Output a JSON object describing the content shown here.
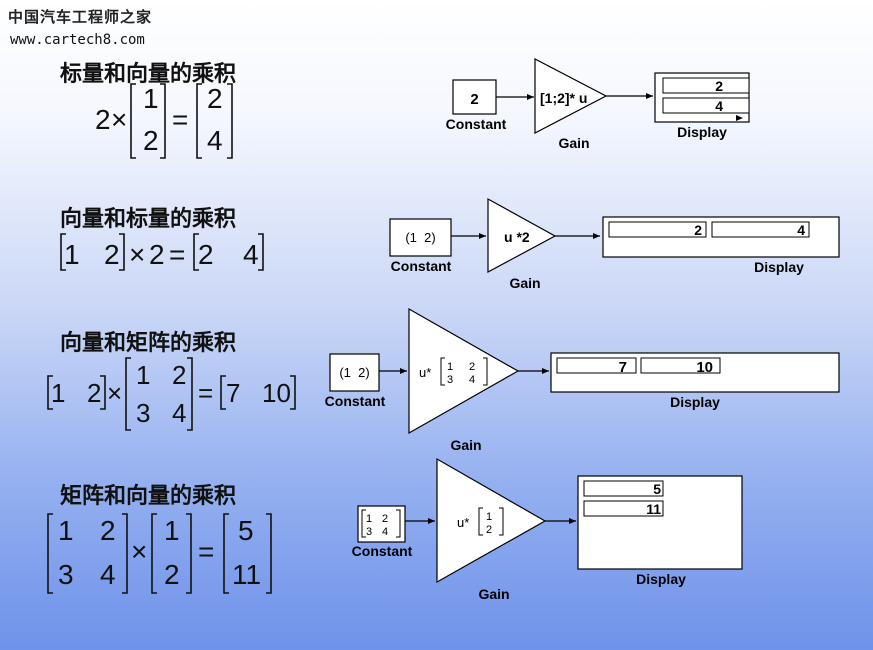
{
  "watermark": {
    "site_name": "中国汽车工程师之家",
    "url": "www.cartech8.com"
  },
  "sections": [
    {
      "title": "标量和向量的乘积",
      "equation": {
        "scalar": "2",
        "times": "×",
        "vector": [
          "1",
          "2"
        ],
        "equals": "=",
        "result": [
          "2",
          "4"
        ]
      },
      "model": {
        "constant": {
          "value": "2",
          "label": "Constant"
        },
        "gain": {
          "expr": "[1;2]* u",
          "label": "Gain"
        },
        "display": {
          "values": [
            "2",
            "4"
          ],
          "label": "Display"
        }
      }
    },
    {
      "title": "向量和标量的乘积",
      "equation": {
        "vector": [
          "1",
          "2"
        ],
        "times": "×",
        "scalar": "2",
        "equals": "=",
        "result": [
          "2",
          "4"
        ]
      },
      "model": {
        "constant": {
          "value": "(1  2)",
          "label": "Constant"
        },
        "gain": {
          "expr": "u *2",
          "label": "Gain"
        },
        "display": {
          "values": [
            "2",
            "4"
          ],
          "label": "Display"
        }
      }
    },
    {
      "title": "向量和矩阵的乘积",
      "equation": {
        "vector": [
          "1",
          "2"
        ],
        "times": "×",
        "matrix": [
          [
            "1",
            "2"
          ],
          [
            "3",
            "4"
          ]
        ],
        "equals": "=",
        "result": [
          "7",
          "10"
        ]
      },
      "model": {
        "constant": {
          "value": "(1  2)",
          "label": "Constant"
        },
        "gain": {
          "prefix": "u*",
          "matrix": [
            [
              "1",
              "2"
            ],
            [
              "3",
              "4"
            ]
          ],
          "label": "Gain"
        },
        "display": {
          "values": [
            "7",
            "10"
          ],
          "label": "Display"
        }
      }
    },
    {
      "title": "矩阵和向量的乘积",
      "equation": {
        "matrix": [
          [
            "1",
            "2"
          ],
          [
            "3",
            "4"
          ]
        ],
        "times": "×",
        "vector": [
          "1",
          "2"
        ],
        "equals": "=",
        "result": [
          "5",
          "11"
        ]
      },
      "model": {
        "constant": {
          "matrix": [
            [
              "1",
              "2"
            ],
            [
              "3",
              "4"
            ]
          ],
          "label": "Constant"
        },
        "gain": {
          "prefix": "u*",
          "vector": [
            "1",
            "2"
          ],
          "label": "Gain"
        },
        "display": {
          "values": [
            "5",
            "11"
          ],
          "label": "Display"
        }
      }
    }
  ]
}
